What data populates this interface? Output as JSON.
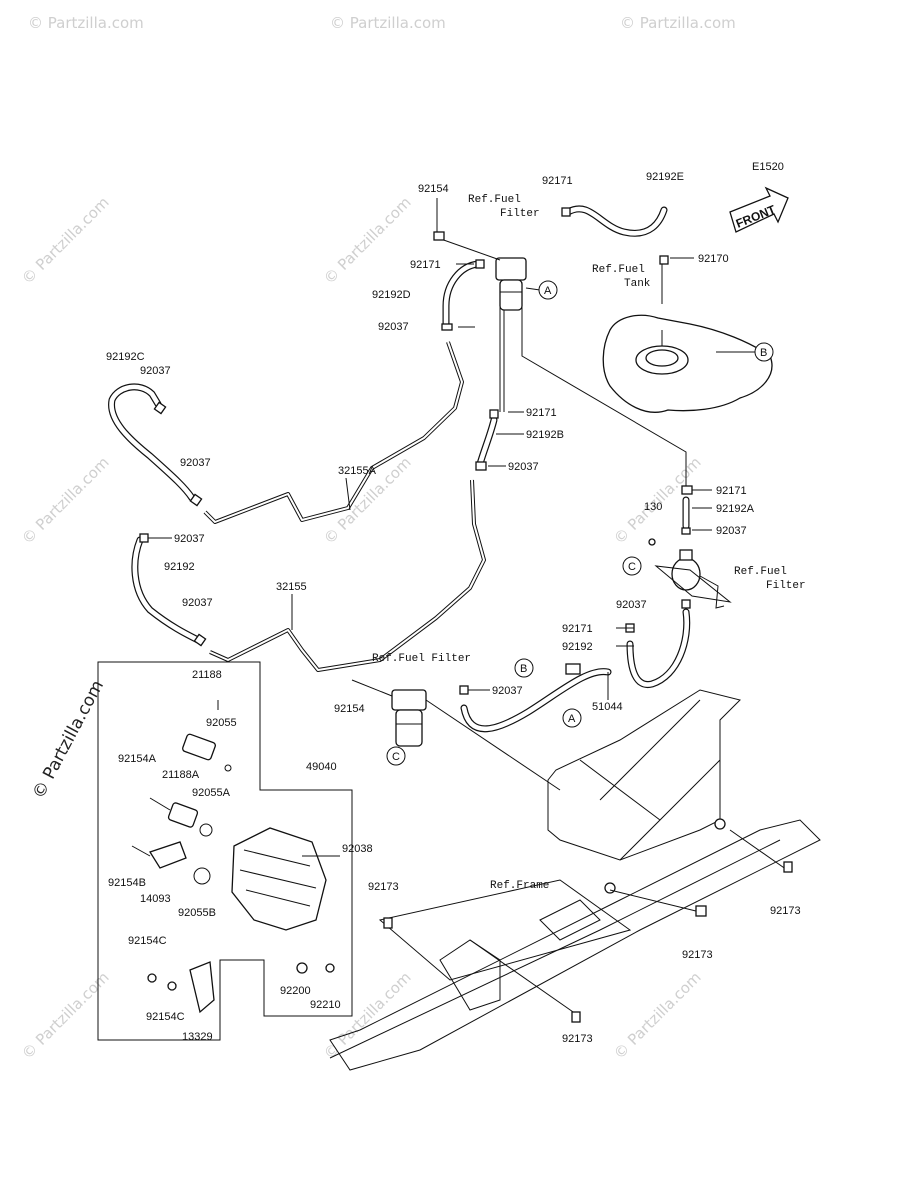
{
  "diagram_code": "E1520",
  "front_label": "FRONT",
  "watermark": "© Partzilla.com",
  "watermark_side": "© Partzilla.com",
  "circles": [
    "A",
    "B",
    "C"
  ],
  "refs": {
    "fuel_filter_top": [
      "Ref.Fuel",
      "Filter"
    ],
    "fuel_tank": [
      "Ref.Fuel",
      "Tank"
    ],
    "fuel_filter_right": [
      "Ref.Fuel",
      "Filter"
    ],
    "fuel_filter_lower": "Ref.Fuel Filter",
    "frame": "Ref.Frame"
  },
  "parts": {
    "p92154_top": "92154",
    "p92171_top": "92171",
    "p92192E": "92192E",
    "p92171_left": "92171",
    "p92170": "92170",
    "p92192D": "92192D",
    "p92037_a": "92037",
    "p92192C": "92192C",
    "p92037_b": "92037",
    "p92171_mid": "92171",
    "p92192B": "92192B",
    "p92037_c": "92037",
    "p92037_d": "92037",
    "p32155A": "32155A",
    "p92171_right": "92171",
    "p92192A": "92192A",
    "p130": "130",
    "p92037_e": "92037",
    "p92037_f": "92037",
    "p92192_left": "92192",
    "p92037_g": "92037",
    "p32155": "32155",
    "p92037_h": "92037",
    "p92171_low": "92171",
    "p92192_right": "92192",
    "p21188": "21188",
    "p92055": "92055",
    "p92037_i": "92037",
    "p51044": "51044",
    "p92154_mid": "92154",
    "p49040": "49040",
    "p92154A": "92154A",
    "p21188A": "21188A",
    "p92055A": "92055A",
    "p92038": "92038",
    "p92154B": "92154B",
    "p14093": "14093",
    "p92055B": "92055B",
    "p92173_left": "92173",
    "p92173_right": "92173",
    "p92173_mid": "92173",
    "p92173_bottom": "92173",
    "p92154C_a": "92154C",
    "p92154C_b": "92154C",
    "p13329": "13329",
    "p92200": "92200",
    "p92210": "92210"
  }
}
